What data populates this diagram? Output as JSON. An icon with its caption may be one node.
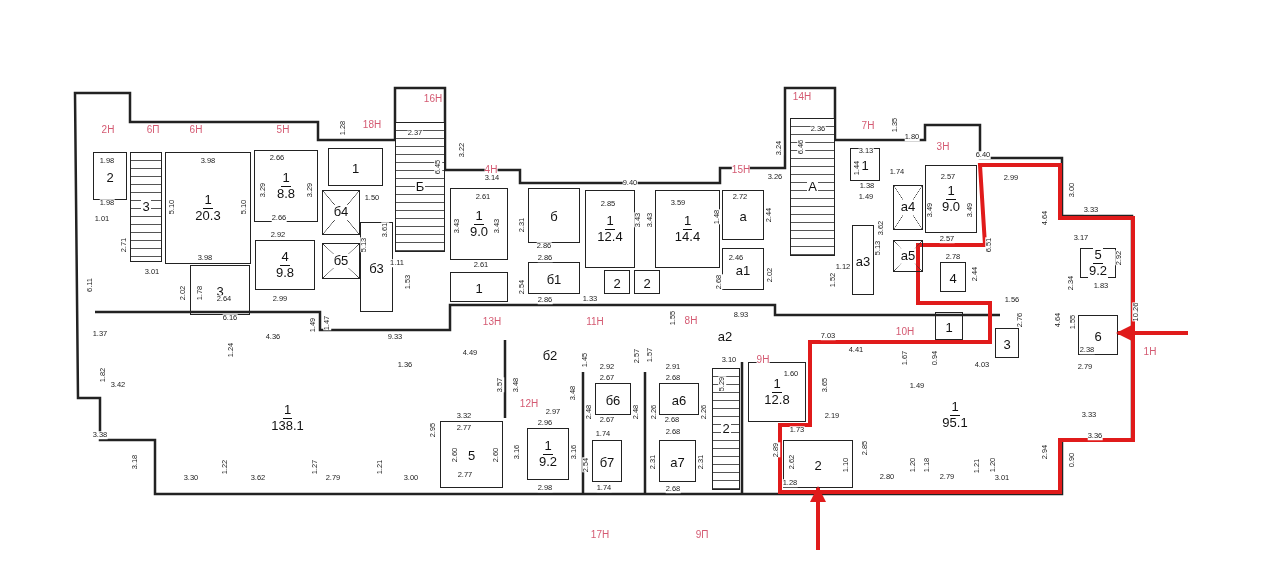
{
  "diagram": {
    "nodes": [
      {
        "text": [
          "2"
        ]
      },
      {
        "text": [
          "3"
        ]
      },
      {
        "text": [
          "1",
          "20.3"
        ]
      },
      {
        "text": [
          "1",
          "8.8"
        ]
      },
      {
        "text": [
          "3"
        ]
      },
      {
        "text": [
          "4",
          "9.8"
        ]
      },
      {
        "text": [
          "1",
          "138.1"
        ]
      },
      {
        "text": [
          "5"
        ]
      },
      {
        "text": [
          "1"
        ]
      },
      {
        "text": [
          "б4"
        ]
      },
      {
        "text": [
          "б5"
        ]
      },
      {
        "text": [
          "б3"
        ]
      },
      {
        "text": [
          "Б"
        ]
      },
      {
        "text": [
          "1",
          "9.0"
        ]
      },
      {
        "text": [
          "1"
        ]
      },
      {
        "text": [
          "б"
        ]
      },
      {
        "text": [
          "б1"
        ]
      },
      {
        "text": [
          "1",
          "12.4"
        ]
      },
      {
        "text": [
          "1",
          "14.4"
        ]
      },
      {
        "text": [
          "2"
        ]
      },
      {
        "text": [
          "2"
        ]
      },
      {
        "text": [
          "а"
        ]
      },
      {
        "text": [
          "а1"
        ]
      },
      {
        "text": [
          "б2"
        ]
      },
      {
        "text": [
          "б6"
        ]
      },
      {
        "text": [
          "б7"
        ]
      },
      {
        "text": [
          "а6"
        ]
      },
      {
        "text": [
          "а7"
        ]
      },
      {
        "text": [
          "а2"
        ]
      },
      {
        "text": [
          "А"
        ]
      },
      {
        "text": [
          "а3"
        ]
      },
      {
        "text": [
          "1"
        ]
      },
      {
        "text": [
          "а4"
        ]
      },
      {
        "text": [
          "а5"
        ]
      },
      {
        "text": [
          "1",
          "9.0"
        ]
      },
      {
        "text": [
          "4"
        ]
      },
      {
        "text": [
          "1"
        ]
      },
      {
        "text": [
          "3"
        ]
      },
      {
        "text": [
          "1",
          "12.8"
        ]
      },
      {
        "text": [
          "2"
        ]
      },
      {
        "text": [
          "1",
          "9.2"
        ]
      },
      {
        "text": [
          "1",
          "95.1"
        ]
      },
      {
        "text": [
          "2"
        ]
      },
      {
        "text": [
          "5",
          "9.2"
        ]
      },
      {
        "text": [
          "6"
        ]
      }
    ],
    "edges": [
      {
        "from": null,
        "to": 42,
        "arrow": "to"
      },
      {
        "from": null,
        "to": 44,
        "arrow": "to"
      }
    ],
    "labels": [
      "16Н",
      "14Н",
      "18Н",
      "7Н",
      "2Н",
      "6П",
      "6Н",
      "5Н",
      "3Н",
      "4Н",
      "15Н",
      "13Н",
      "11Н",
      "8Н",
      "10Н",
      "9Н",
      "1Н",
      "12Н",
      "17Н",
      "9П",
      "1.28",
      "2.37",
      "1.35",
      "2.36",
      "1.80",
      "3.22",
      "3.24",
      "6.45",
      "6.46",
      "6.40",
      "3.13",
      "1.98",
      "3.98",
      "2.66",
      "1.44",
      "1.74",
      "2.57",
      "3.14",
      "3.26",
      "2.99",
      "1.38",
      "9.40",
      "3.00",
      "3.29",
      "3.29",
      "2.61",
      "2.72",
      "1.50",
      "1.49",
      "2.85",
      "3.59",
      "1.98",
      "5.10",
      "5.10",
      "3.49",
      "3.49",
      "1.48",
      "2.44",
      "3.33",
      "4.64",
      "1.01",
      "2.66",
      "2.31",
      "3.43",
      "3.43",
      "3.43",
      "3.43",
      "3.62",
      "3.61",
      "2.92",
      "3.17",
      "2.57",
      "2.71",
      "6.51",
      "5.13",
      "5.13",
      "2.86",
      "2.46",
      "2.78",
      "3.98",
      "2.86",
      "2.92",
      "2.61",
      "1.11",
      "1.12",
      "3.01",
      "2.44",
      "2.02",
      "1.52",
      "1.53",
      "2.68",
      "2.34",
      "6.11",
      "1.83",
      "2.54",
      "2.02",
      "1.78",
      "2.64",
      "2.99",
      "2.86",
      "1.33",
      "1.56",
      "8.93",
      "6.16",
      "1.55",
      "10.26",
      "2.76",
      "4.64",
      "1.55",
      "1.49",
      "1.47",
      "1.37",
      "7.03",
      "4.36",
      "9.33",
      "2.38",
      "1.24",
      "4.41",
      "4.49",
      "2.57",
      "1.57",
      "1.67",
      "0.94",
      "3.10",
      "1.45",
      "4.03",
      "1.36",
      "2.79",
      "2.92",
      "2.91",
      "2.67",
      "2.68",
      "1.60",
      "1.82",
      "5.29",
      "3.57",
      "3.48",
      "3.48",
      "3.65",
      "3.42",
      "1.49",
      "2.48",
      "2.48",
      "2.26",
      "2.26",
      "2.97",
      "3.33",
      "3.32",
      "2.19",
      "2.67",
      "2.68",
      "2.96",
      "2.77",
      "2.95",
      "1.73",
      "2.68",
      "1.74",
      "3.38",
      "3.36",
      "2.85",
      "2.89",
      "2.94",
      "3.16",
      "3.16",
      "2.60",
      "2.60",
      "2.62",
      "0.90",
      "3.18",
      "2.31",
      "2.31",
      "2.54",
      "1.10",
      "1.20",
      "1.18",
      "1.21",
      "1.20",
      "1.22",
      "1.27",
      "1.21",
      "2.77",
      "2.80",
      "2.79",
      "3.01",
      "3.30",
      "3.62",
      "2.79",
      "3.00",
      "1.28",
      "2.98",
      "1.74",
      "2.68"
    ]
  }
}
